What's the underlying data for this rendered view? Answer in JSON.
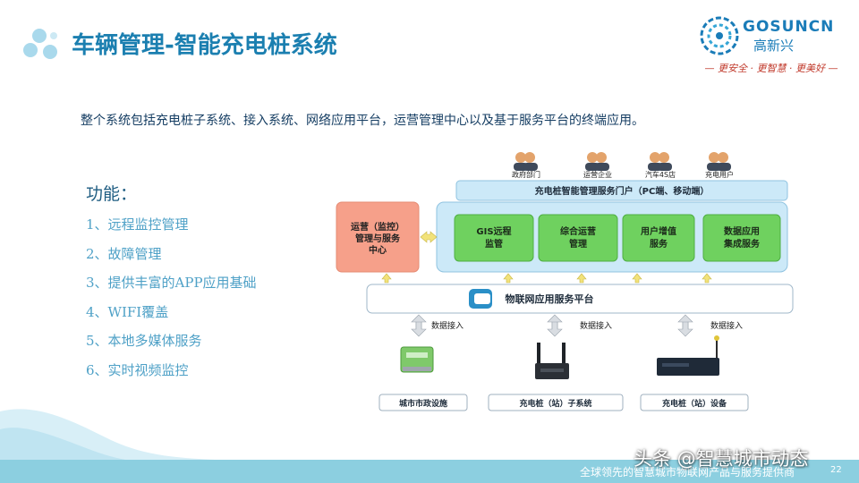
{
  "header": {
    "title": "车辆管理-智能充电桩系统"
  },
  "logo": {
    "brand_en": "GOSUNCN",
    "brand_cn": "高新兴",
    "slogan": "— 更安全 · 更智慧 · 更美好 —"
  },
  "intro_text": "整个系统包括充电桩子系统、接入系统、网络应用平台，运营管理中心以及基于服务平台的终端应用。",
  "functions": {
    "title": "功能：",
    "items": [
      "1、远程监控管理",
      "2、故障管理",
      "3、提供丰富的APP应用基础",
      "4、WIFI覆盖",
      "5、本地多媒体服务",
      "6、实时视频监控"
    ]
  },
  "diagram": {
    "users": [
      "政府部门",
      "运营企业",
      "汽车4S店",
      "充电用户"
    ],
    "portal": "充电桩智能管理服务门户（PC端、移动端）",
    "ops_center": [
      "运营（监控）",
      "管理与服务",
      "中心"
    ],
    "modules": [
      [
        "GIS远程",
        "监管"
      ],
      [
        "综合运营",
        "管理"
      ],
      [
        "用户增值",
        "服务"
      ],
      [
        "数据应用",
        "集成服务"
      ]
    ],
    "platform": "物联网应用服务平台",
    "access_label": "数据接入",
    "devices": [
      "城市市政设施",
      "充电桩（站）子系统",
      "充电桩（站）设备"
    ]
  },
  "footer": {
    "tagline": "全球领先的智慧城市物联网产品与服务提供商",
    "page": "22",
    "watermark": "头条 @智慧城市动态"
  },
  "colors": {
    "title": "#1b7fb0",
    "accent_bar": "#8ccfe0",
    "portal_fill": "#cce9f8",
    "module_fill": "#6fd15f",
    "ops_fill": "#f6a08a"
  }
}
